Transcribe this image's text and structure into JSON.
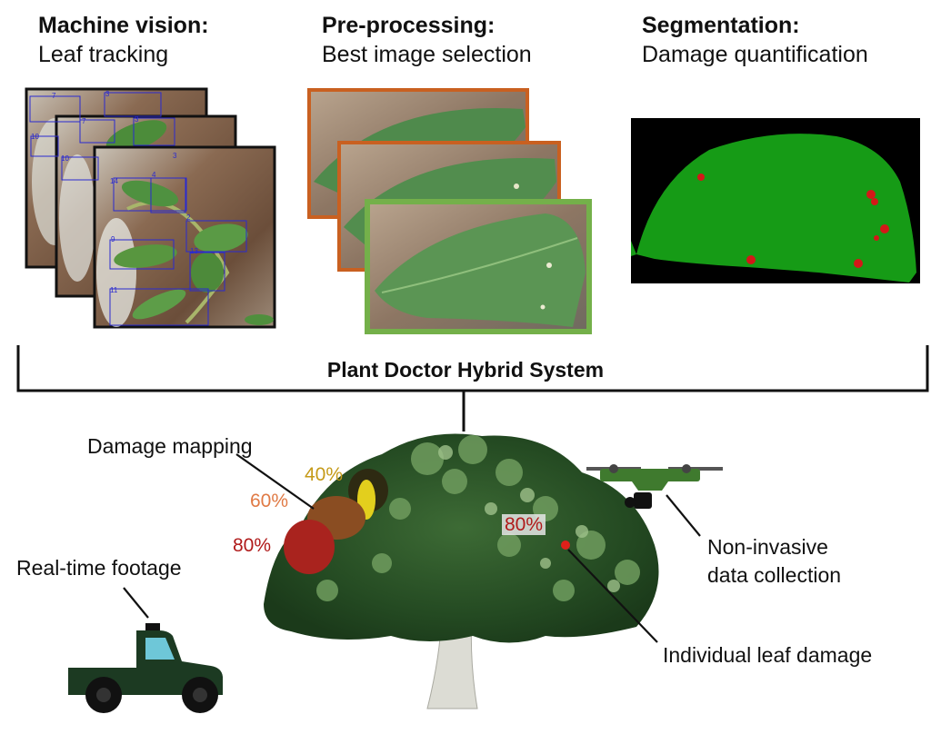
{
  "stages": [
    {
      "title": "Machine vision:",
      "subtitle": "Leaf tracking"
    },
    {
      "title": "Pre-processing:",
      "subtitle": "Best image selection"
    },
    {
      "title": "Segmentation:",
      "subtitle": "Damage quantification"
    }
  ],
  "system_title": "Plant Doctor Hybrid System",
  "tracking_ids": [
    "7",
    "3",
    "10",
    "7",
    "3",
    "10",
    "14",
    "4",
    "3",
    "2",
    "9",
    "13",
    "11"
  ],
  "labels": {
    "damage_mapping": "Damage mapping",
    "realtime": "Real-time footage",
    "noninvasive_1": "Non-invasive",
    "noninvasive_2": "data collection",
    "individual": "Individual leaf damage"
  },
  "percentages": [
    {
      "value": "40%",
      "color": "#c59a18"
    },
    {
      "value": "60%",
      "color": "#e07a45"
    },
    {
      "value": "80%",
      "color": "#b01a1a"
    },
    {
      "value": "80%",
      "color": "#b01a1a"
    }
  ],
  "colors": {
    "frame_orange": "#c96020",
    "frame_green": "#74b04a",
    "seg_leaf": "#169b16",
    "seg_damage": "#d41818",
    "truck": "#1c3a22",
    "drone": "#3f7a2e"
  },
  "icons": [
    "truck-icon",
    "drone-icon",
    "camera-icon",
    "tree-illustration"
  ]
}
